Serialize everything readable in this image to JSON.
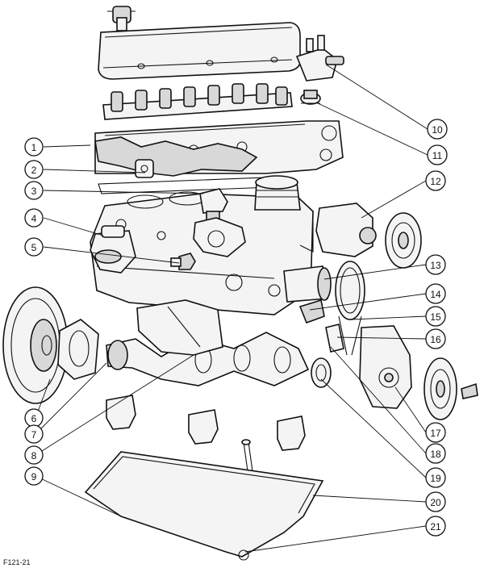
{
  "figure_ref": "F121-21",
  "callouts": [
    {
      "label": "1"
    },
    {
      "label": "2"
    },
    {
      "label": "3"
    },
    {
      "label": "4"
    },
    {
      "label": "5"
    },
    {
      "label": "6"
    },
    {
      "label": "7"
    },
    {
      "label": "8"
    },
    {
      "label": "9"
    },
    {
      "label": "10"
    },
    {
      "label": "11"
    },
    {
      "label": "12"
    },
    {
      "label": "13"
    },
    {
      "label": "14"
    },
    {
      "label": "15"
    },
    {
      "label": "16"
    },
    {
      "label": "17"
    },
    {
      "label": "18"
    },
    {
      "label": "19"
    },
    {
      "label": "20"
    },
    {
      "label": "21"
    }
  ]
}
